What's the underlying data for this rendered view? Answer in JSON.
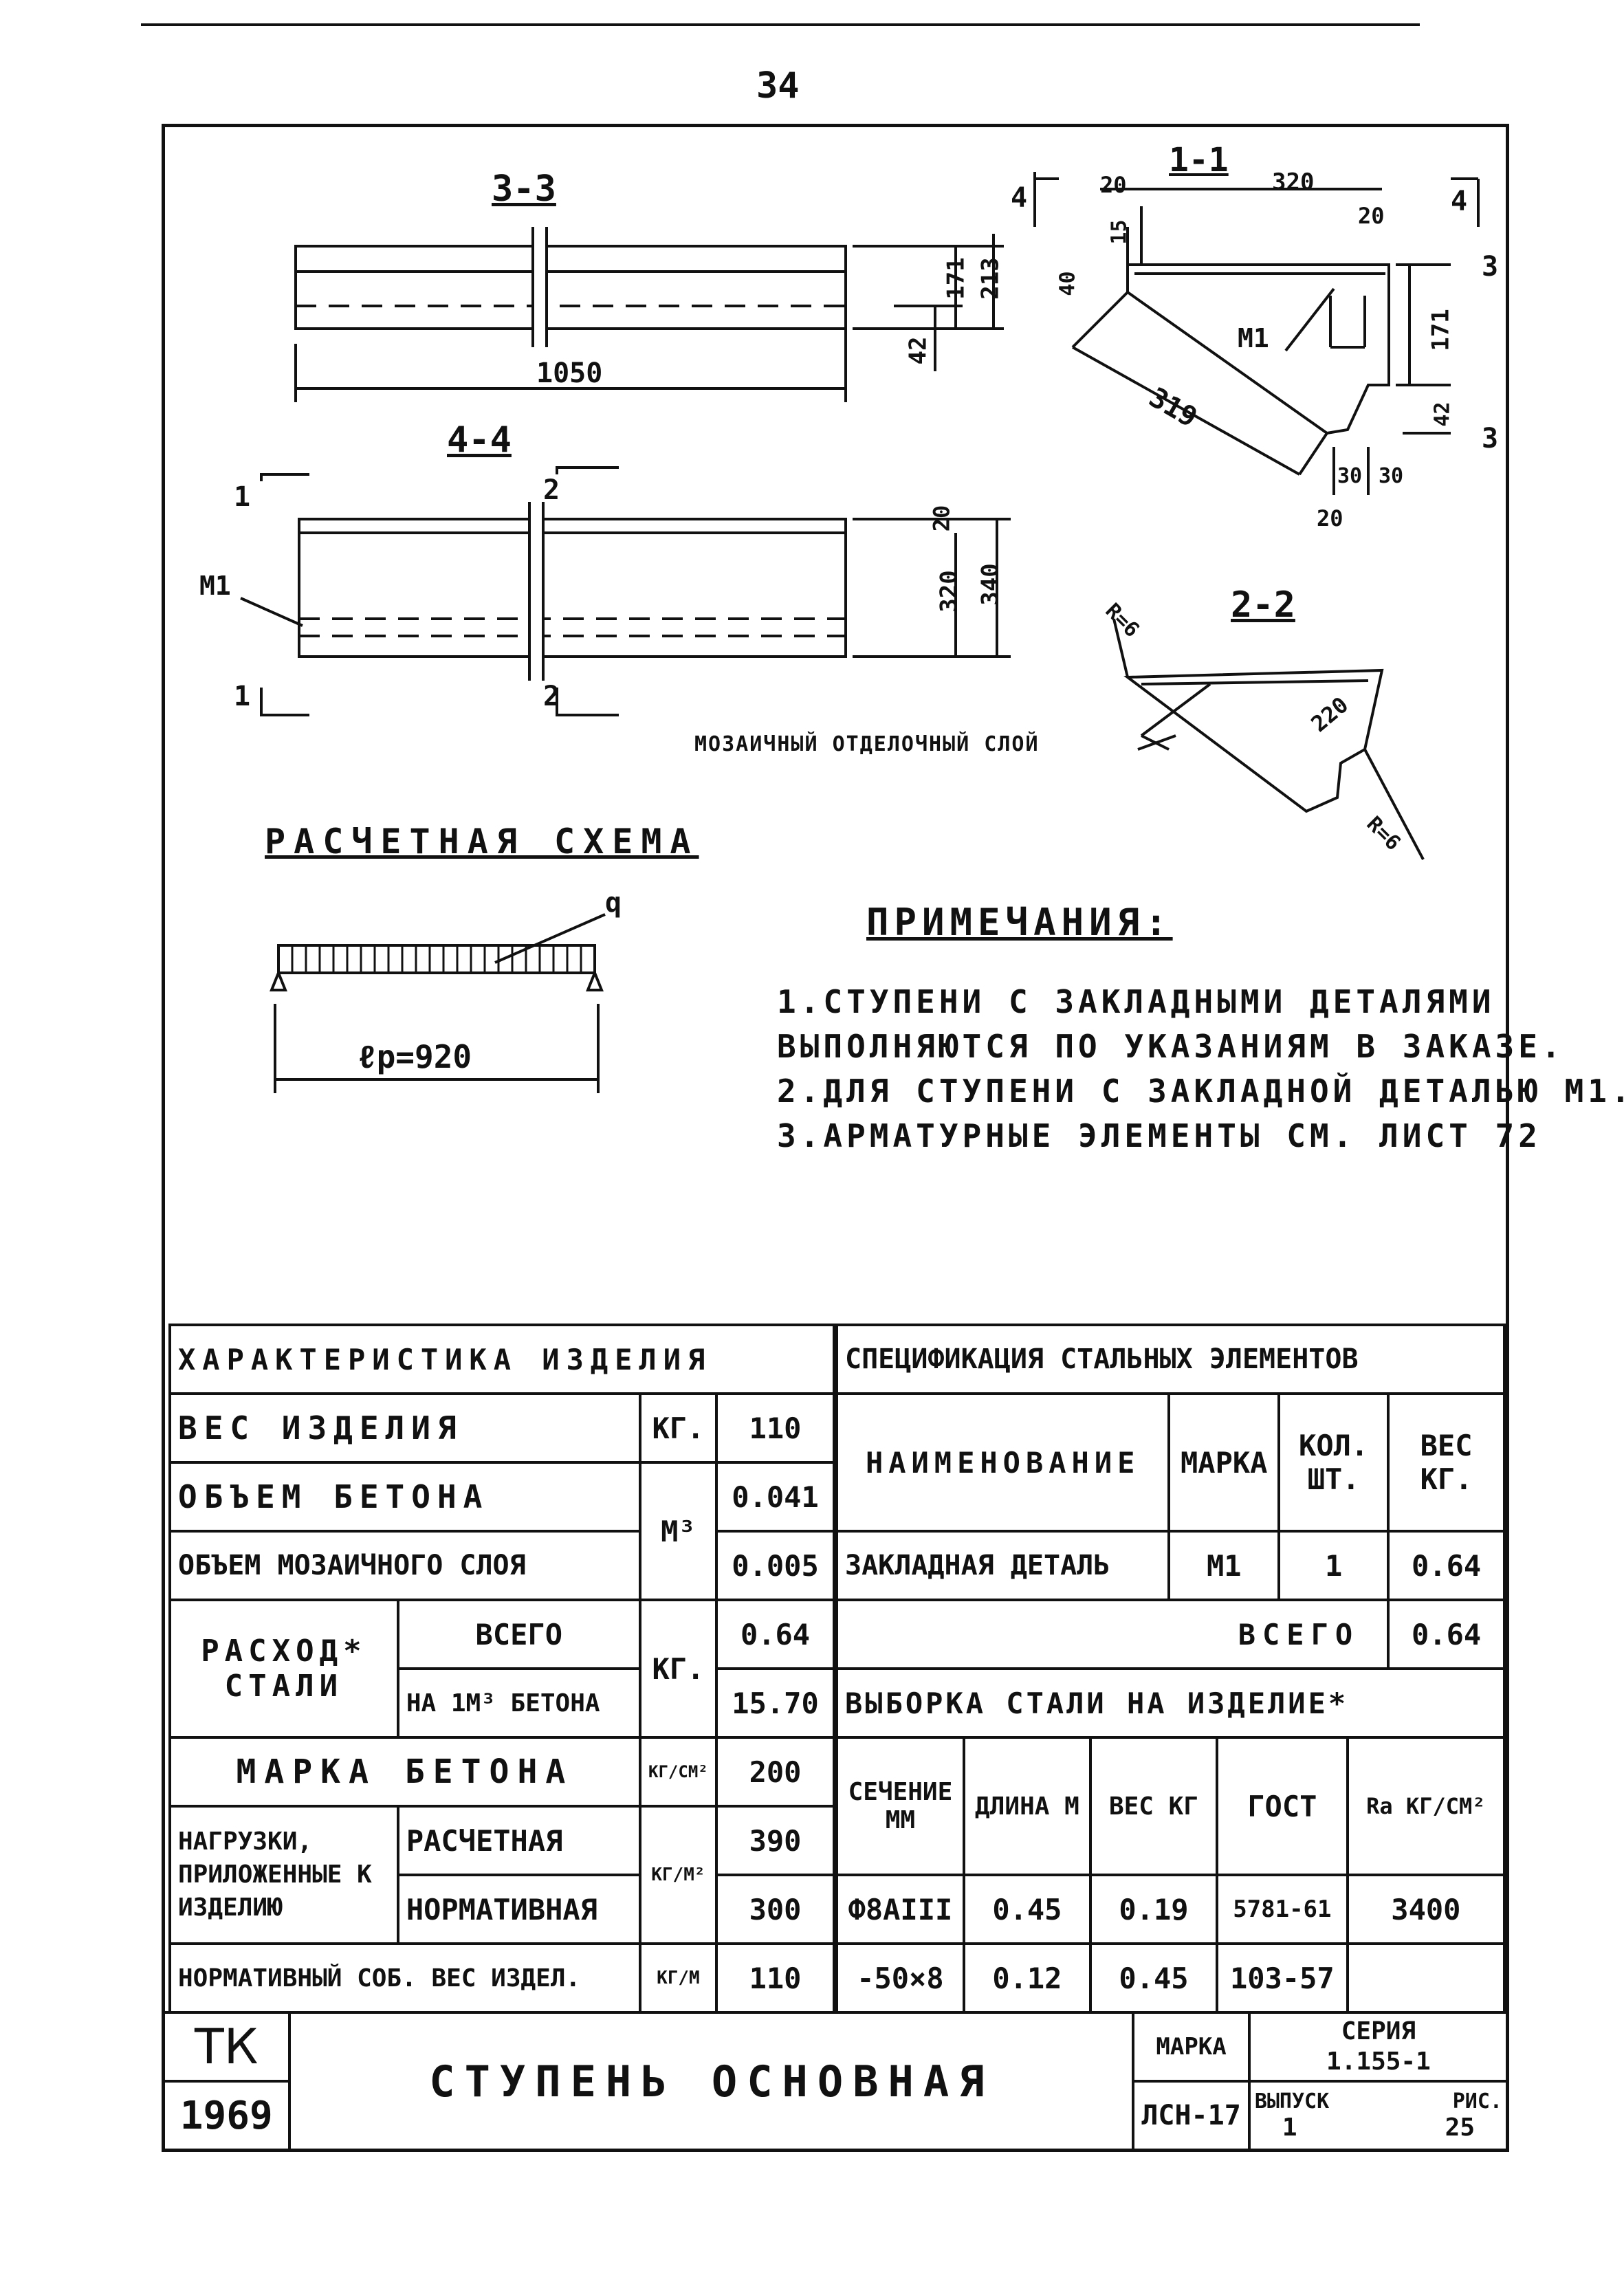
{
  "page_number": "34",
  "sections": {
    "s33": "3-3",
    "s44": "4-4",
    "s11": "1-1",
    "s22": "2-2"
  },
  "dims": {
    "d1050": "1050",
    "d171a": "171",
    "d213": "213",
    "d42a": "42",
    "d320": "320",
    "d340": "340",
    "d20a": "20",
    "d20top": "20",
    "d320top": "320",
    "d20b": "20",
    "d15": "15",
    "d40": "40",
    "d171b": "171",
    "d42b": "42",
    "d319": "319",
    "d30a": "30",
    "d30b": "30",
    "d20c": "20",
    "r6a": "R=6",
    "r6b": "R=6",
    "d220": "220",
    "cut4a": "4",
    "cut4b": "4",
    "cut3a": "3",
    "cut3b": "3",
    "cut1a": "1",
    "cut1b": "1",
    "cut2a": "2",
    "cut2b": "2"
  },
  "labels": {
    "m1a": "М1",
    "m1b": "М1",
    "mosaic": "МОЗАИЧНЫЙ ОТДЕЛОЧНЫЙ СЛОЙ",
    "scheme_title": "РАСЧЕТНАЯ СХЕМА",
    "q": "q",
    "lp": "ℓр=920"
  },
  "notes": {
    "title": "ПРИМЕЧАНИЯ:",
    "n1a": "1.СТУПЕНИ С ЗАКЛАДНЫМИ ДЕТАЛЯМИ",
    "n1b": "ВЫПОЛНЯЮТСЯ ПО УКАЗАНИЯМ В ЗАКАЗЕ.",
    "n2": "2.ДЛЯ СТУПЕНИ С ЗАКЛАДНОЙ ДЕТАЛЬЮ М1.",
    "n3": "3.АРМАТУРНЫЕ ЭЛЕМЕНТЫ СМ. ЛИСТ 72"
  },
  "characteristics": {
    "title": "ХАРАКТЕРИСТИКА ИЗДЕЛИЯ",
    "weight_label": "ВЕС ИЗДЕЛИЯ",
    "weight_unit": "КГ.",
    "weight_value": "110",
    "concrete_vol_label": "ОБЪЕМ БЕТОНА",
    "vol_unit": "М³",
    "concrete_vol_value": "0.041",
    "mosaic_vol_label": "ОБЪЕМ МОЗАИЧНОГО СЛОЯ",
    "mosaic_vol_value": "0.005",
    "steel_label": "РАСХОД* СТАЛИ",
    "steel_total_label": "ВСЕГО",
    "steel_unit": "КГ.",
    "steel_total_value": "0.64",
    "steel_per_m3_label": "НА 1М³ БЕТОНА",
    "steel_per_m3_value": "15.70",
    "grade_label": "МАРКА БЕТОНА",
    "grade_unit": "КГ/СМ²",
    "grade_value": "200",
    "loads_label": "НАГРУЗКИ, ПРИЛОЖЕННЫЕ К ИЗДЕЛИЮ",
    "load_calc_label": "РАСЧЕТНАЯ",
    "load_unit": "КГ/М²",
    "load_calc_value": "390",
    "load_norm_label": "НОРМАТИВНАЯ",
    "load_norm_value": "300",
    "self_weight_label": "НОРМАТИВНЫЙ СОБ. ВЕС ИЗДЕЛ.",
    "self_weight_unit": "КГ/М",
    "self_weight_value": "110"
  },
  "spec": {
    "title": "СПЕЦИФИКАЦИЯ СТАЛЬНЫХ ЭЛЕМЕНТОВ",
    "col_name": "НАИМЕНОВАНИЕ",
    "col_mark": "МАРКА",
    "col_qty": "КОЛ. ШТ.",
    "col_weight": "ВЕС КГ.",
    "row_name": "ЗАКЛАДНАЯ ДЕТАЛЬ",
    "row_mark": "М1",
    "row_qty": "1",
    "row_weight": "0.64",
    "total_label": "ВСЕГО",
    "total_value": "0.64"
  },
  "selection": {
    "title": "ВЫБОРКА СТАЛИ НА ИЗДЕЛИЕ*",
    "col_section": "СЕЧЕНИЕ ММ",
    "col_length": "ДЛИНА М",
    "col_weight": "ВЕС КГ",
    "col_gost": "ГОСТ",
    "col_ra": "Rа КГ/СМ²",
    "rows": [
      {
        "section": "Ф8АIII",
        "length": "0.45",
        "weight": "0.19",
        "gost": "5781-61",
        "ra": "3400"
      },
      {
        "section": "-50×8",
        "length": "0.12",
        "weight": "0.45",
        "gost": "103-57",
        "ra": ""
      }
    ]
  },
  "stamp": {
    "org": "ТК",
    "year": "1969",
    "title": "СТУПЕНЬ ОСНОВНАЯ",
    "mark_label": "МАРКА",
    "mark_value": "ЛСН-17",
    "series_label": "СЕРИЯ",
    "series_value": "1.155-1",
    "issue_label": "ВЫПУСК",
    "issue_value": "1",
    "sheet_label": "РИС.",
    "sheet_value": "25"
  }
}
